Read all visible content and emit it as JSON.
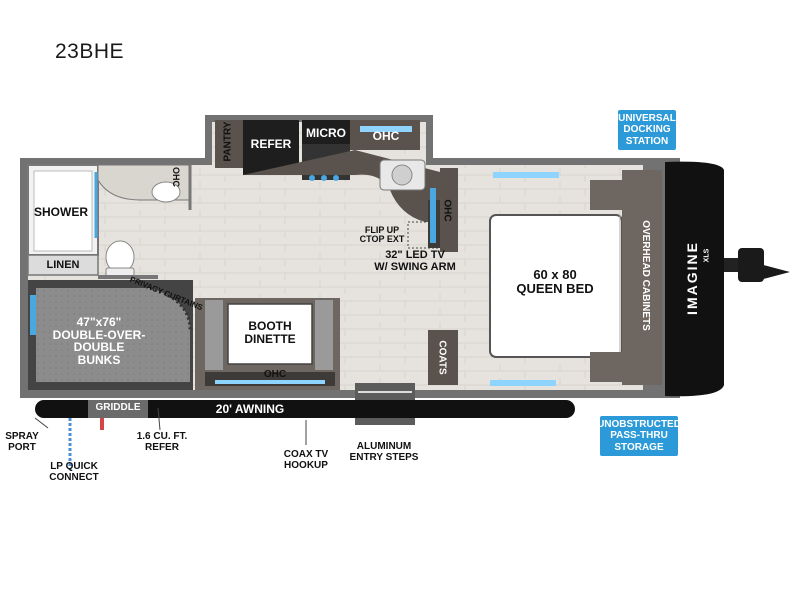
{
  "model": "23BHE",
  "labels": {
    "shower": "SHOWER",
    "linen": "LINEN",
    "ohc": "OHC",
    "pantry": "PANTRY",
    "refer": "REFER",
    "micro": "MICRO",
    "flip_up": "FLIP UP\nCTOP EXT",
    "tv": "32\" LED TV\nW/ SWING ARM",
    "bed": "60 x 80\nQUEEN BED",
    "overhead_cabinets": "OVERHEAD CABINETS",
    "bunks": "47\"x76\"\nDOUBLE-OVER-DOUBLE\nBUNKS",
    "privacy_curtains": "PRIVACY CURTAINS",
    "booth_dinette": "BOOTH\nDINETTE",
    "coats": "COATS",
    "griddle": "GRIDDLE",
    "awning": "20' AWNING",
    "spray_port": "SPRAY\nPORT",
    "lp_quick_connect": "LP QUICK\nCONNECT",
    "outside_refer": "1.6 CU. FT.\nREFER",
    "coax": "COAX TV\nHOOKUP",
    "entry_steps": "ALUMINUM\nENTRY STEPS",
    "brand": "IMAGINE",
    "brand_sub": "XLS"
  },
  "callouts": {
    "docking": "UNIVERSAL\nDOCKING\nSTATION",
    "storage": "UNOBSTRUCTED\nPASS-THRU\nSTORAGE"
  },
  "colors": {
    "callout_blue": "#2c9ad8",
    "wall_gray": "#6d6d6d",
    "floor": "#e4e1dc",
    "cabinet": "#5a524c",
    "window_blue": "#8fd3ff"
  }
}
